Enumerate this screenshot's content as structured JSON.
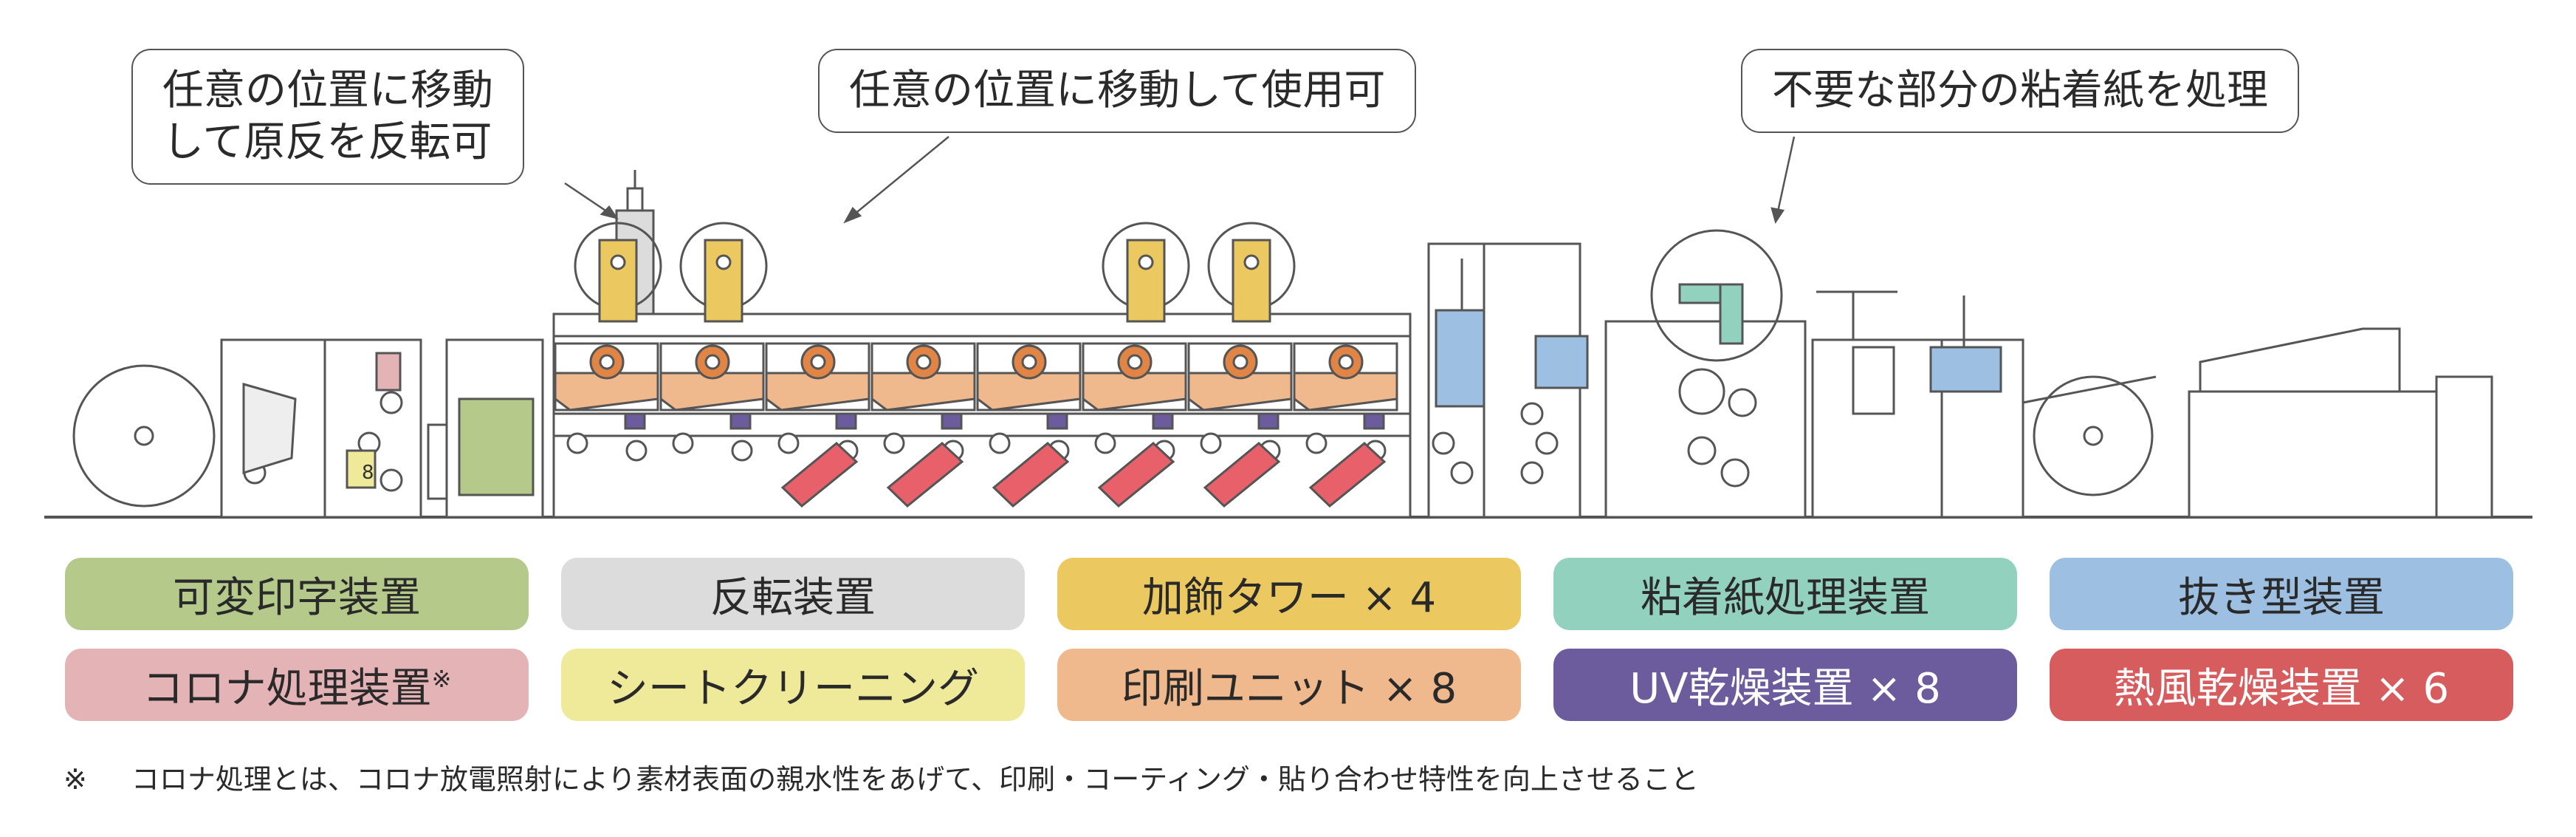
{
  "callouts": [
    {
      "id": "flip",
      "lines": [
        "任意の位置に移動",
        "して原反を反転可"
      ]
    },
    {
      "id": "tower",
      "lines": [
        "任意の位置に移動して使用可"
      ]
    },
    {
      "id": "waste",
      "lines": [
        "不要な部分の粘着紙を処理"
      ]
    }
  ],
  "machine": {
    "unit_number_label": "8"
  },
  "legend": [
    {
      "label": "可変印字装置",
      "color": "#b4c98a"
    },
    {
      "label": "反転装置",
      "color": "#dcdcdc"
    },
    {
      "label": "加飾タワー × 4",
      "color": "#ecc860"
    },
    {
      "label": "粘着紙処理装置",
      "color": "#93d1bf"
    },
    {
      "label": "抜き型装置",
      "color": "#9cbfe2"
    },
    {
      "label": "コロナ処理装置",
      "suffix": "※",
      "color": "#e3b3b5"
    },
    {
      "label": "シートクリーニング",
      "color": "#eeea9a"
    },
    {
      "label": "印刷ユニット × 8",
      "color": "#f0b98d"
    },
    {
      "label": "UV乾燥装置 × 8",
      "color": "#6c5c9d"
    },
    {
      "label": "熱風乾燥装置 × 6",
      "color": "#d75c5e"
    }
  ],
  "footnote": {
    "mark": "※",
    "text": "コロナ処理とは、コロナ放電照射により素材表面の親水性をあげて、印刷・コーティング・貼り合わせ特性を向上させること"
  },
  "colors": {
    "line": "#555555",
    "frame_fill": "#f7f7f7",
    "print_unit": "#f0b98d",
    "print_unit_dark": "#e08545",
    "uv": "#6c5c9d",
    "hot_air": "#e8606a",
    "tower": "#ecc860",
    "die_cut": "#9cbfe2",
    "waste": "#93d1bf",
    "variable_print": "#b4c98a",
    "flip": "#dcdcdc",
    "corona": "#e3b3b5",
    "cleaning": "#eeea9a"
  },
  "icons": [
    "arrow-icon"
  ]
}
